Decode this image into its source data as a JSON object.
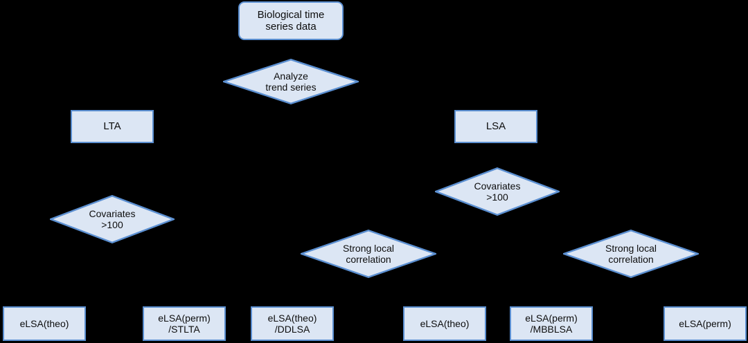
{
  "diagram": {
    "title": "Biological time series data analysis decision flowchart",
    "background_color": "#000000",
    "node_fill_color": "#dce6f4",
    "node_border_color": "#5b8fd1",
    "text_color": "#0d0d0d",
    "connector_color": "#000000"
  },
  "nodes": {
    "start": {
      "label": "Biological time\nseries data",
      "shape": "rounded-rectangle"
    },
    "analyze_trend": {
      "label": "Analyze\ntrend series",
      "shape": "diamond"
    },
    "lta": {
      "label": "LTA",
      "shape": "rectangle"
    },
    "lsa": {
      "label": "LSA",
      "shape": "rectangle"
    },
    "covariates_left": {
      "label": "Covariates\n>100",
      "shape": "diamond"
    },
    "covariates_right": {
      "label": "Covariates\n>100",
      "shape": "diamond"
    },
    "strong_local_mid": {
      "label": "Strong local\ncorrelation",
      "shape": "diamond"
    },
    "strong_local_right": {
      "label": "Strong local\ncorrelation",
      "shape": "diamond"
    }
  },
  "outcomes": [
    {
      "id": "outcome-1",
      "label": "eLSA(theo)"
    },
    {
      "id": "outcome-2",
      "label": "eLSA(perm)\n/STLTA"
    },
    {
      "id": "outcome-3",
      "label": "eLSA(theo)\n/DDLSA"
    },
    {
      "id": "outcome-4",
      "label": "eLSA(theo)"
    },
    {
      "id": "outcome-5",
      "label": "eLSA(perm)\n/MBBLSA"
    },
    {
      "id": "outcome-6",
      "label": "eLSA(perm)"
    }
  ]
}
